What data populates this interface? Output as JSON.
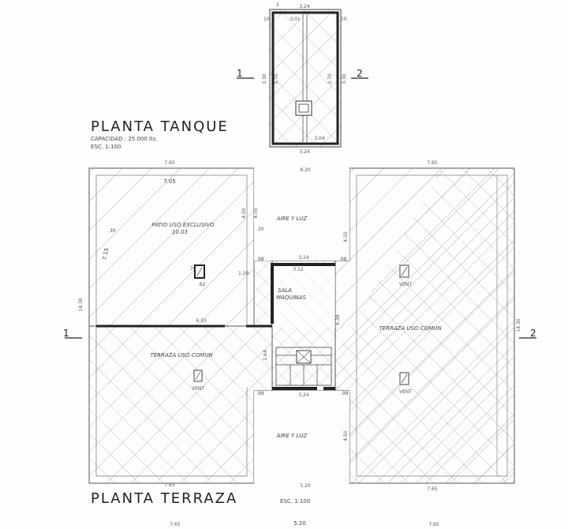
{
  "tank": {
    "title": "PLANTA TANQUE",
    "capacity": "CAPACIDAD : 25.000 lts.",
    "scale": "ESC. 1:100",
    "dim_top": "3.24",
    "dim_inner_top": "3.01",
    "dim_inner_bottom": "3.04",
    "dim_bottom": "3.24",
    "dim_left": "3.30",
    "dim_left_inner": "3.70",
    "dim_right": "3.30",
    "dim_right_inner": "3.70",
    "small_2": "2",
    "small_10a": "10",
    "small_10b": "10",
    "section_1": "1",
    "section_2": "2"
  },
  "terrace": {
    "title": "PLANTA TERRAZA",
    "scale": "ESC. 1:100",
    "dim_top_left": "7.65",
    "dim_inner_top_left": "7.05",
    "dim_top_center": "8.20",
    "dim_top_right": "7.65",
    "patio_label": "PATIO USO EXCLUSIVO",
    "patio_area": "10.03",
    "dim_left_height": "7.15",
    "dim_total_left": "14.30",
    "dim_total_right": "14.30",
    "dim_450_a": "4.50",
    "dim_450_b": "4.50",
    "dim_450_c": "4.50",
    "dim_450_d": "4.50",
    "dim_30_a": ".30",
    "dim_30_b": ".30",
    "air_light_top": "AIRE Y LUZ",
    "air_light_bottom": "AIRE Y LUZ",
    "machine_room": "SALA",
    "machine_room_2": "MAQUINAS",
    "dim_machine_top": "3.24",
    "dim_machine_inner": "3.12",
    "dim_machine_bottom": "3.24",
    "dim_machine_side": "6.38",
    "dim_machine_side_b": "2.64",
    "dim_98_a": ".98",
    "dim_98_b": ".98",
    "dim_98_c": ".98",
    "dim_98_d": ".98",
    "dim_120": "1.20",
    "dim_633": "6.33",
    "dim_70": ".70",
    "dim_62": ".62",
    "terrace_left": "TERRAZA USO COMUN",
    "terrace_right": "TERRAZA USO COMUN",
    "vent_left": "VENT",
    "vent_right_top": "VENT",
    "vent_right_bottom": "VENT",
    "dim_bottom_left": "7.65",
    "dim_bottom_center": "5.20",
    "dim_bottom_right": "7.65",
    "section_1": "1",
    "section_2": "2"
  },
  "next_plan": {
    "dim_left": "7.65",
    "dim_center": "5.20",
    "dim_right": "7.65"
  }
}
